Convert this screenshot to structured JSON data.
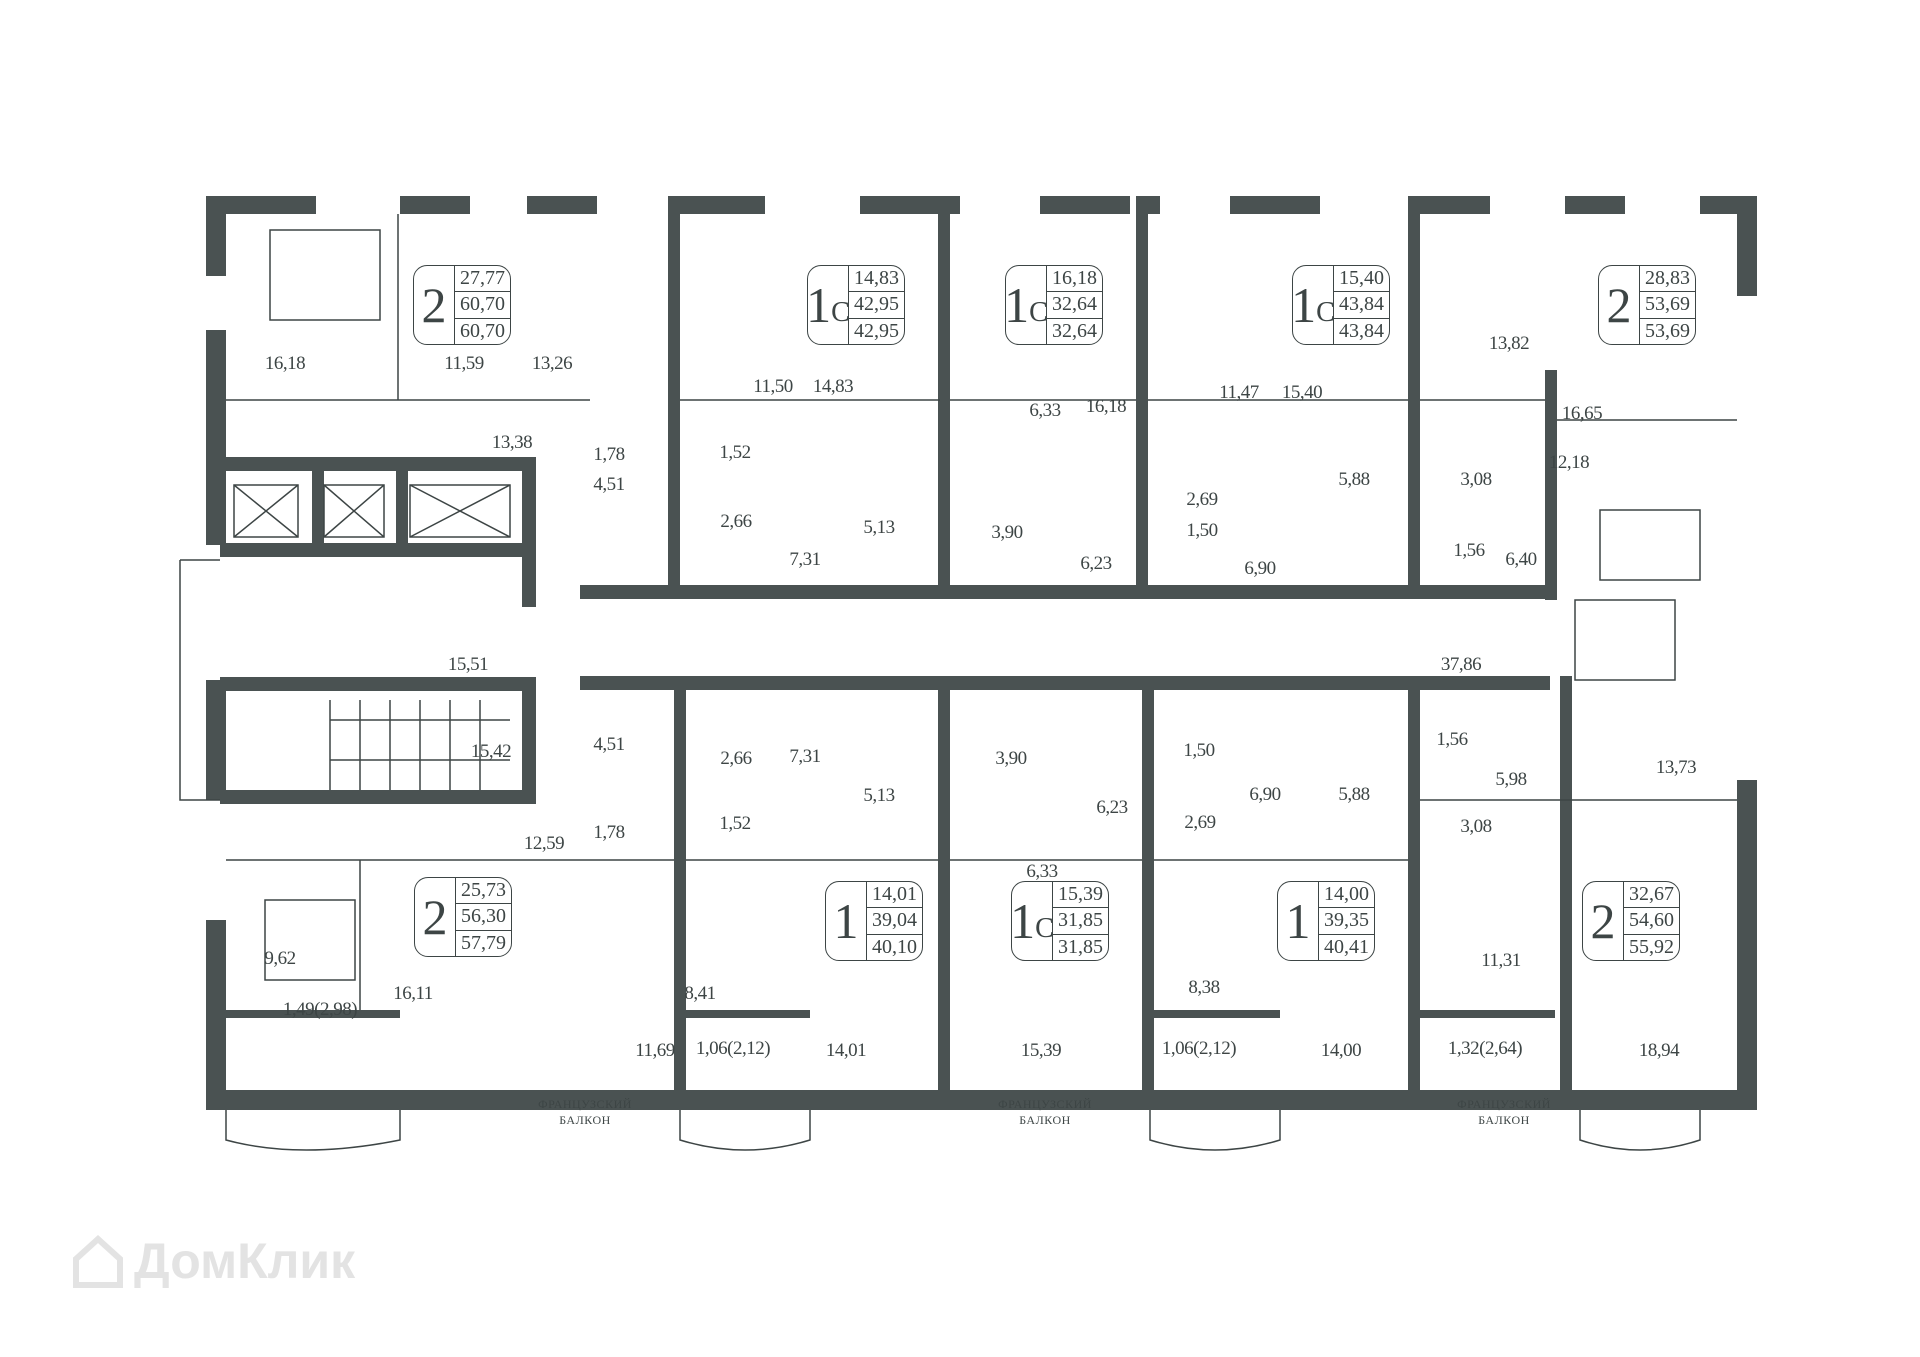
{
  "colors": {
    "wall": "#4a5252",
    "line": "#3d4545",
    "watermark": "#e3e3e3"
  },
  "watermark": {
    "text": "ДомКлик",
    "icon": "house-icon"
  },
  "apartments_top": [
    {
      "rooms": "2",
      "suffix": "",
      "living": "27,77",
      "total": "60,70",
      "total_with_balcony": "60,70"
    },
    {
      "rooms": "1",
      "suffix": "С",
      "living": "14,83",
      "total": "42,95",
      "total_with_balcony": "42,95"
    },
    {
      "rooms": "1",
      "suffix": "С",
      "living": "16,18",
      "total": "32,64",
      "total_with_balcony": "32,64"
    },
    {
      "rooms": "1",
      "suffix": "С",
      "living": "15,40",
      "total": "43,84",
      "total_with_balcony": "43,84"
    },
    {
      "rooms": "2",
      "suffix": "",
      "living": "28,83",
      "total": "53,69",
      "total_with_balcony": "53,69"
    }
  ],
  "apartments_bottom": [
    {
      "rooms": "2",
      "suffix": "",
      "living": "25,73",
      "total": "56,30",
      "total_with_balcony": "57,79"
    },
    {
      "rooms": "1",
      "suffix": "",
      "living": "14,01",
      "total": "39,04",
      "total_with_balcony": "40,10"
    },
    {
      "rooms": "1",
      "suffix": "С",
      "living": "15,39",
      "total": "31,85",
      "total_with_balcony": "31,85"
    },
    {
      "rooms": "1",
      "suffix": "",
      "living": "14,00",
      "total": "39,35",
      "total_with_balcony": "40,41"
    },
    {
      "rooms": "2",
      "suffix": "",
      "living": "32,67",
      "total": "54,60",
      "total_with_balcony": "55,92"
    }
  ],
  "room_areas": [
    "16,18",
    "11,59",
    "13,26",
    "11,50",
    "14,83",
    "6,33",
    "16,18",
    "11,47",
    "15,40",
    "13,82",
    "16,65",
    "12,18",
    "13,38",
    "1,78",
    "4,51",
    "1,52",
    "2,66",
    "7,31",
    "5,13",
    "3,90",
    "6,23",
    "2,69",
    "1,50",
    "6,90",
    "5,88",
    "3,08",
    "1,56",
    "6,40",
    "15,51",
    "37,86",
    "15,42",
    "12,59",
    "4,51",
    "2,66",
    "1,78",
    "1,52",
    "7,31",
    "5,13",
    "3,90",
    "6,23",
    "6,33",
    "1,50",
    "2,69",
    "6,90",
    "5,88",
    "1,56",
    "3,08",
    "5,98",
    "13,73",
    "9,62",
    "16,11",
    "8,41",
    "8,38",
    "11,31",
    "1,49(2,98)",
    "1,06(2,12)",
    "1,06(2,12)",
    "1,32(2,64)",
    "11,69",
    "14,01",
    "15,39",
    "14,00",
    "18,94"
  ],
  "french_balcony": [
    "ФРАНЦУЗСКИЙ",
    "БАЛКОН"
  ]
}
